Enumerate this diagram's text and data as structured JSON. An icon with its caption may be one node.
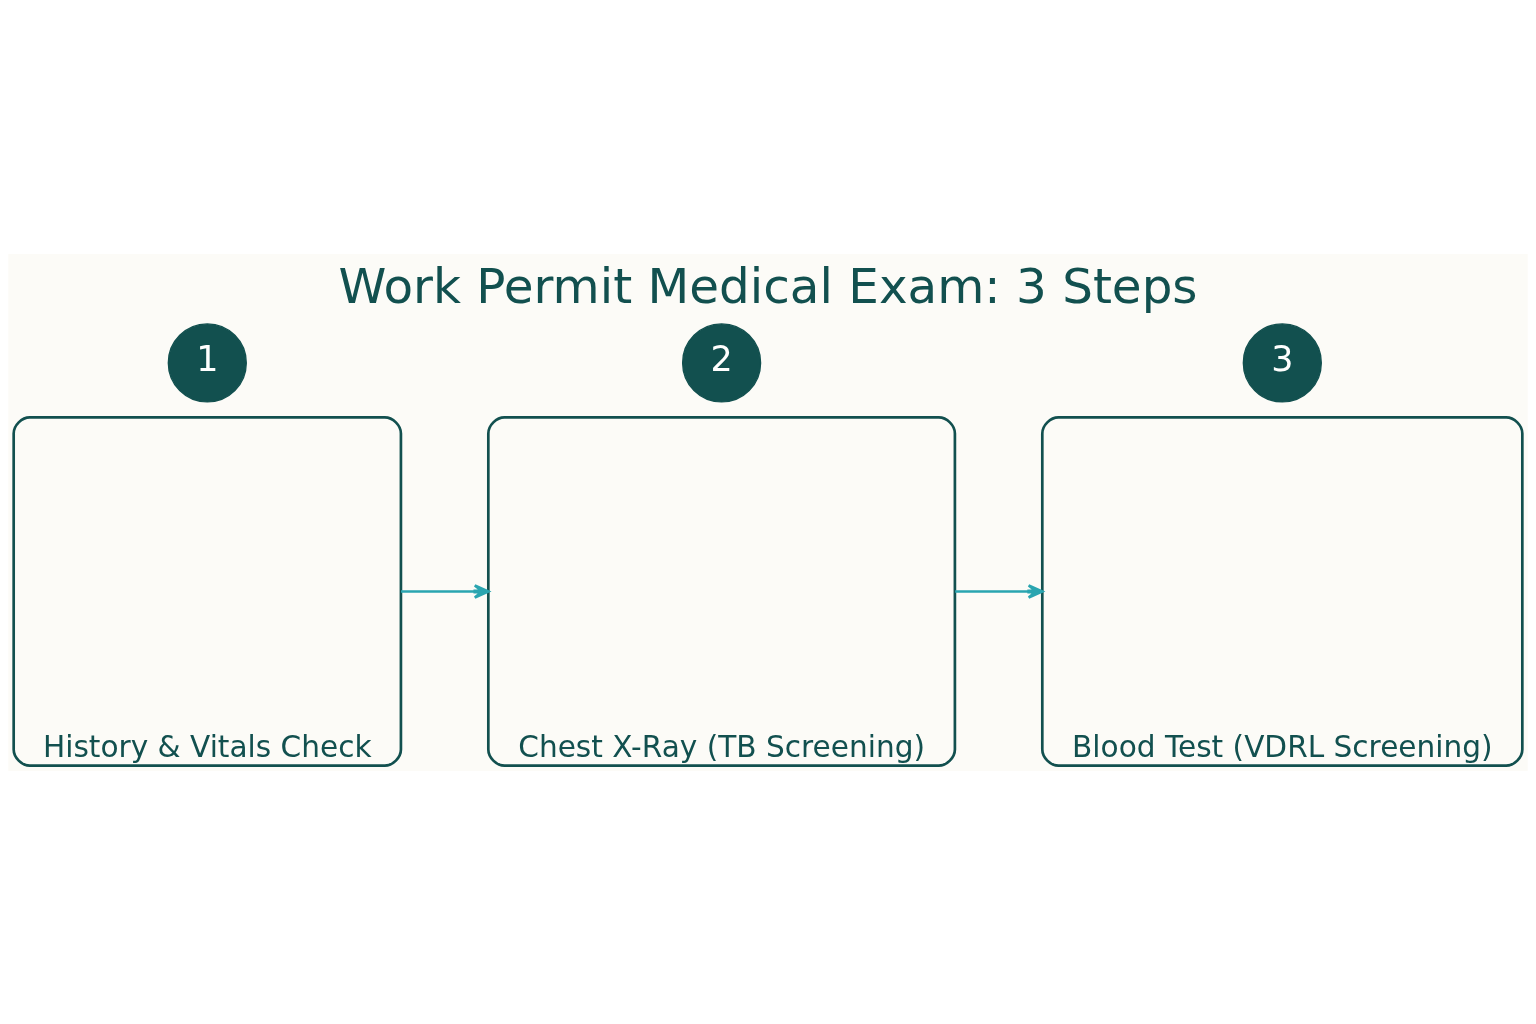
{
  "diagram": {
    "title": "Work Permit Medical Exam: 3 Steps",
    "nodes": [
      {
        "text": [
          "1"
        ]
      },
      {
        "text": [
          "History & Vitals Check"
        ]
      },
      {
        "text": [
          "2"
        ]
      },
      {
        "text": [
          "Chest X-Ray (TB Screening)"
        ]
      },
      {
        "text": [
          "3"
        ]
      },
      {
        "text": [
          "Blood Test (VDRL Screening)"
        ]
      }
    ],
    "edges": [
      {
        "from": 1,
        "to": 3,
        "arrow": "to"
      },
      {
        "from": 3,
        "to": 5,
        "arrow": "to"
      }
    ]
  }
}
